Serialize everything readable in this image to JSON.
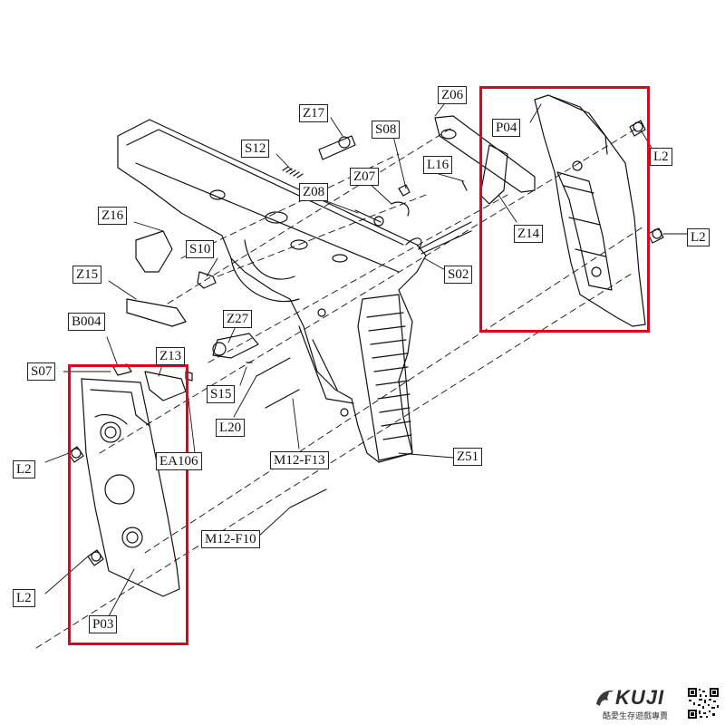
{
  "labels": {
    "z06": "Z06",
    "z17": "Z17",
    "p04": "P04",
    "s08": "S08",
    "l2_a": "L2",
    "s12": "S12",
    "l16": "L16",
    "z07": "Z07",
    "z08": "Z08",
    "z14": "Z14",
    "z16": "Z16",
    "l2_b": "L2",
    "s10": "S10",
    "s02": "S02",
    "z15": "Z15",
    "z27": "Z27",
    "b004": "B004",
    "z13": "Z13",
    "s07": "S07",
    "s15": "S15",
    "l20": "L20",
    "ea06": "EA106",
    "l2_c": "L2",
    "m12f13": "M12-F13",
    "z51": "Z51",
    "m12f10": "M12-F10",
    "l2_d": "L2",
    "p03": "P03"
  },
  "highlight_color": "#e3001b",
  "brand": {
    "word": "KUJI",
    "tagline": "酷愛生存遊戲專賣"
  }
}
